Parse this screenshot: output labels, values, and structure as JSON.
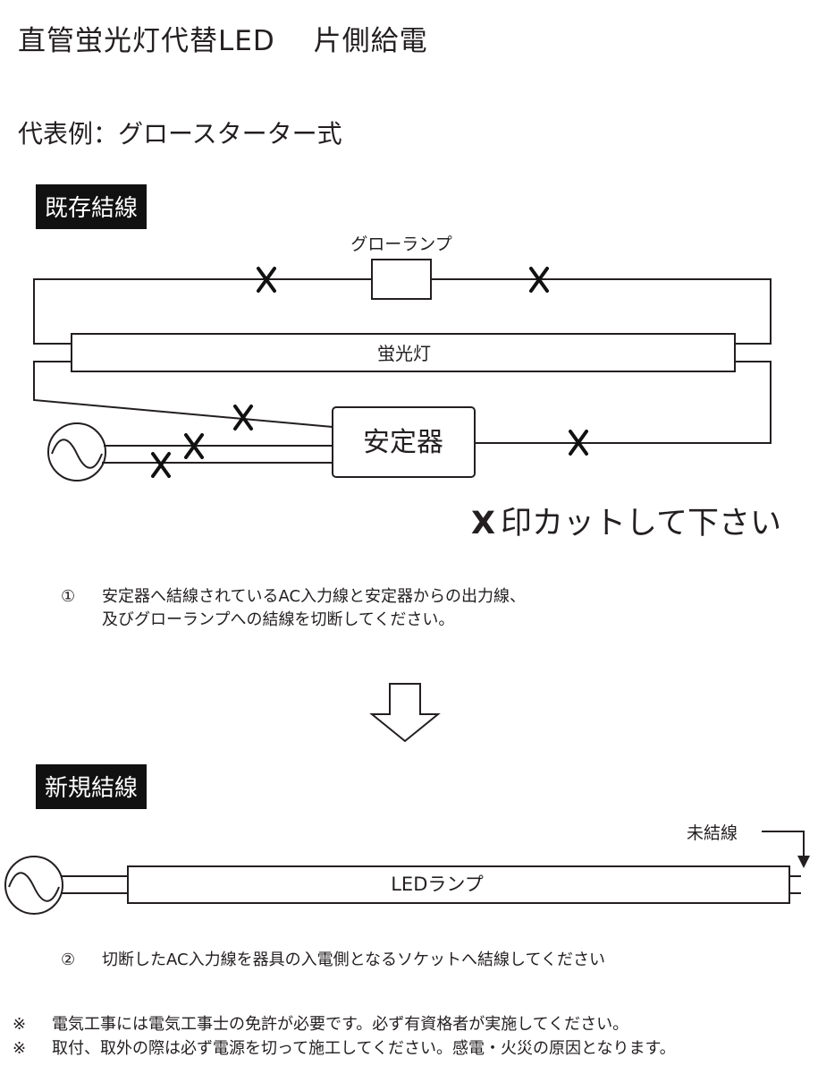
{
  "header": {
    "title": "直管蛍光灯代替LED　 片側給電",
    "subtitle": "代表例：グロースターター式"
  },
  "existing_section": {
    "label": "既存結線",
    "glow_lamp_label": "グローランプ",
    "tube_label": "蛍光灯",
    "ballast_label": "安定器",
    "cut_mark": "X",
    "cut_instruction": "印カットして下さい"
  },
  "step1": {
    "number": "①",
    "line1": "安定器へ結線されているAC入力線と安定器からの出力線、",
    "line2": "及びグローランプへの結線を切断してください。"
  },
  "new_section": {
    "label": "新規結線",
    "unconnected_label": "未結線",
    "led_label": "LEDランプ"
  },
  "step2": {
    "number": "②",
    "text": "切断したAC入力線を器具の入電側となるソケットへ結線してください"
  },
  "footnotes": [
    {
      "mark": "※",
      "text": "電気工事には電気工事士の免許が必要です。必ず有資格者が実施してください。"
    },
    {
      "mark": "※",
      "text": "取付、取外の際は必ず電源を切って施工してください。感電・火災の原因となります。"
    }
  ],
  "colors": {
    "line": "#231f20",
    "label_bg": "#111111"
  }
}
